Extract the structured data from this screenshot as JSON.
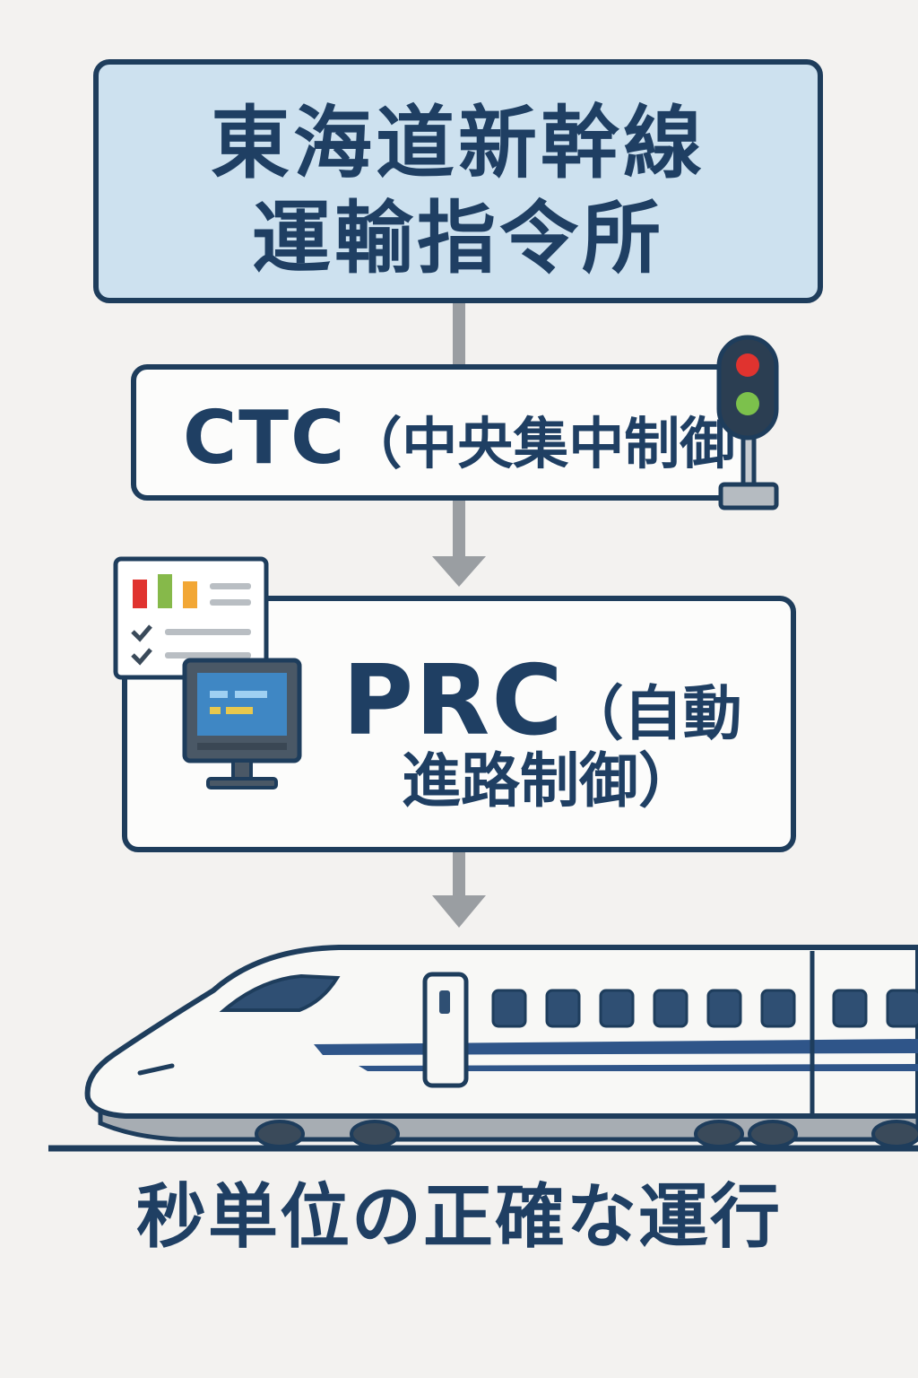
{
  "title": {
    "line1": "東海道新幹線",
    "line2": "運輸指令所"
  },
  "ctc": {
    "abbr": "CTC",
    "paren": "（中央集中制御"
  },
  "prc": {
    "abbr": "PRC",
    "paren_line1": "（自動",
    "line2": "進路制御）"
  },
  "caption": "秒単位の正確な運行",
  "icons": [
    "traffic-signal-icon",
    "checklist-icon",
    "monitor-icon",
    "shinkansen-train-icon"
  ],
  "colors": {
    "background": "#f3f2f0",
    "navy": "#1e3d5c",
    "title_fill": "#cde1ef",
    "box_fill": "#fcfcfb",
    "arrow_gray": "#9a9ea2",
    "signal_red": "#e0332f",
    "signal_green": "#7cc14c"
  }
}
